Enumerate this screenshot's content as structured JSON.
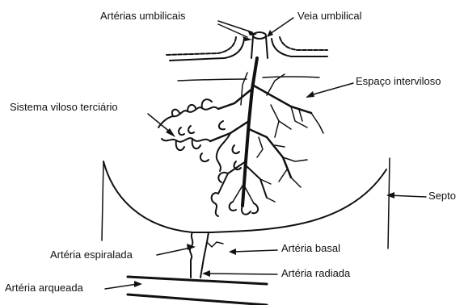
{
  "labels": {
    "umbilical_arteries": "Artérias umbilicais",
    "umbilical_vein": "Veia umbilical",
    "intervillous_space": "Espaço interviloso",
    "tertiary_villous_system": "Sistema viloso terciário",
    "septum": "Septo",
    "spiral_artery": "Artéria espiralada",
    "basal_artery": "Artéria basal",
    "radial_artery": "Artéria radiada",
    "arcuate_artery": "Artéria arqueada"
  },
  "colors": {
    "ink": "#111111",
    "background": "#ffffff"
  }
}
